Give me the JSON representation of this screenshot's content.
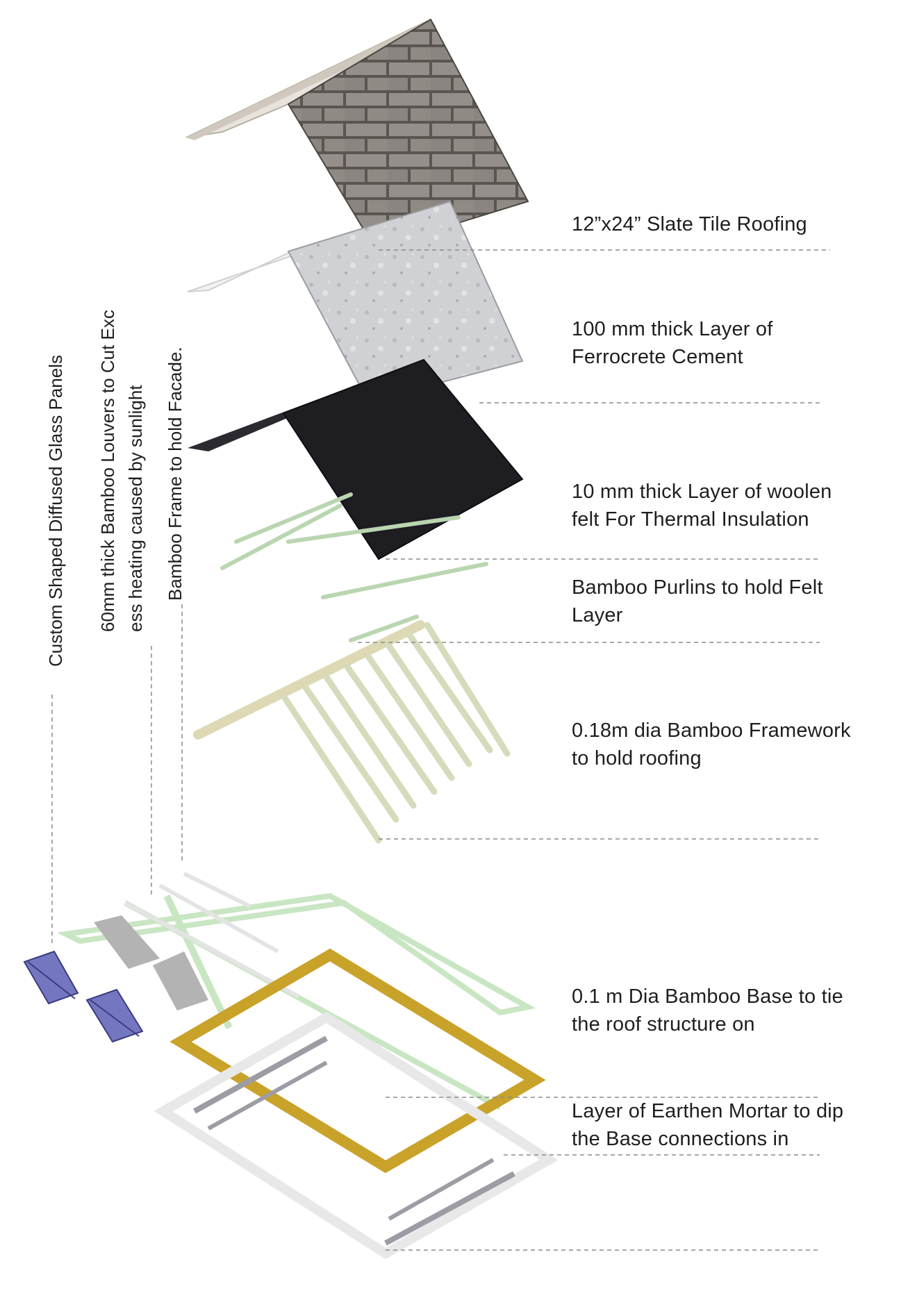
{
  "layers": [
    {
      "id": "slate",
      "lines": [
        "12”x24” Slate Tile Roofing"
      ]
    },
    {
      "id": "ferrocrete",
      "lines": [
        "100 mm thick Layer of",
        "Ferrocrete Cement"
      ]
    },
    {
      "id": "felt",
      "lines": [
        "10 mm thick Layer of woolen",
        "felt For Thermal Insulation"
      ]
    },
    {
      "id": "purlins",
      "lines": [
        "Bamboo Purlins to hold Felt",
        "Layer"
      ]
    },
    {
      "id": "framework",
      "lines": [
        "0.18m dia Bamboo Framework",
        "to hold roofing"
      ]
    },
    {
      "id": "base",
      "lines": [
        "0.1 m Dia Bamboo Base to tie",
        "the roof structure on"
      ]
    },
    {
      "id": "mortar",
      "lines": [
        "Layer of Earthen Mortar to dip",
        "the Base connections in"
      ]
    }
  ],
  "facade_labels": [
    {
      "id": "glass",
      "lines": [
        "Custom Shaped Diffused Glass Panels"
      ]
    },
    {
      "id": "louvers",
      "lines": [
        "60mm thick Bamboo Louvers to Cut Exc",
        "ess heating caused by sunlight"
      ]
    },
    {
      "id": "frame",
      "lines": [
        "Bamboo Frame to hold Facade."
      ]
    }
  ],
  "colors": {
    "slate": "#8a8580",
    "ferrocrete": "#c9cbcf",
    "felt": "#1c1c22",
    "bamboo": "#d9e2c4",
    "bamboo_green": "#cfe8c8",
    "base_gold": "#c9a22a",
    "glass": "#6d6fb8",
    "leader": "#8a8a8a"
  }
}
